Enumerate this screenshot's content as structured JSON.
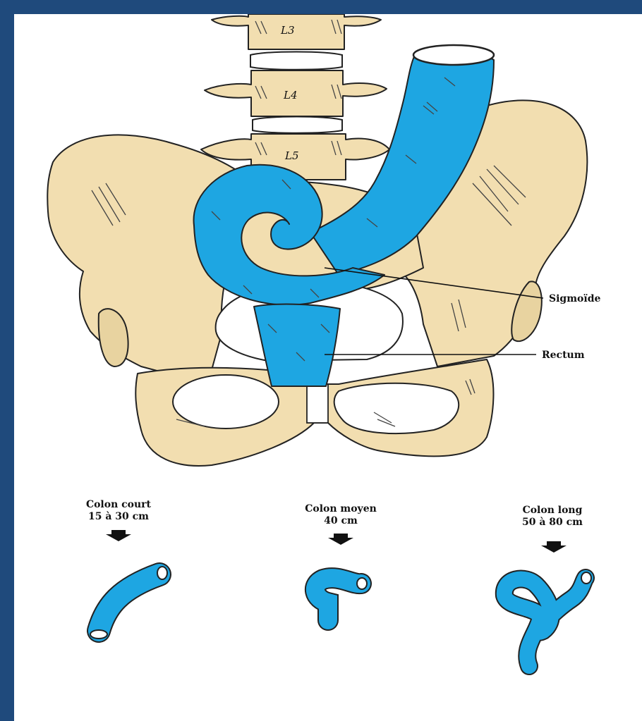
{
  "colors": {
    "frame": "#1f4a7c",
    "bone": "#f2deb0",
    "colon": "#1ea6e2",
    "background": "#ffffff"
  },
  "vertebrae": [
    "L3",
    "L4",
    "L5"
  ],
  "labels": {
    "sigmoid": "Sigmoïde",
    "rectum": "Rectum"
  },
  "variants": [
    {
      "name": "Colon court",
      "length": "15 à 30 cm"
    },
    {
      "name": "Colon moyen",
      "length": "40 cm"
    },
    {
      "name": "Colon long",
      "length": "50 à 80 cm"
    }
  ]
}
